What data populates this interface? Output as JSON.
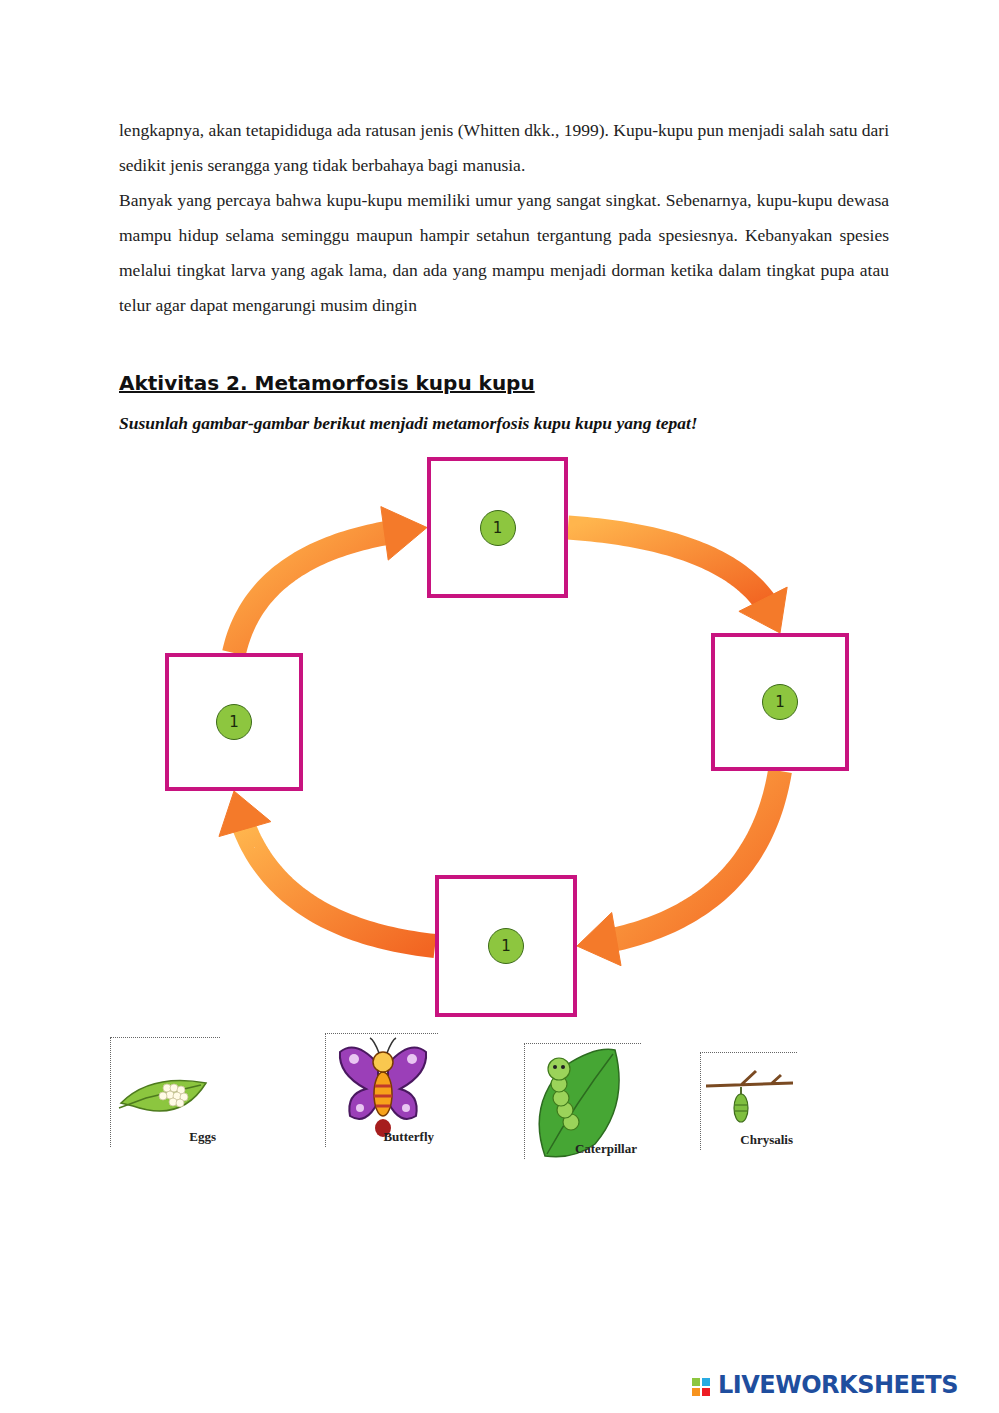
{
  "diagram": {
    "title": "Aktivitas 2. Metamorfosis kupu kupu",
    "nodes": [
      {
        "text": [
          "1"
        ]
      },
      {
        "text": [
          "1"
        ]
      },
      {
        "text": [
          "1"
        ]
      },
      {
        "text": [
          "1"
        ]
      },
      {
        "text": [
          "Eggs"
        ]
      },
      {
        "text": [
          "Butterfly"
        ]
      },
      {
        "text": [
          "Caterpillar"
        ]
      },
      {
        "text": [
          "Chrysalis"
        ]
      }
    ],
    "edges": [
      {
        "from": 0,
        "to": 1,
        "arrow": "to"
      },
      {
        "from": 1,
        "to": 2,
        "arrow": "to"
      },
      {
        "from": 2,
        "to": 3,
        "arrow": "to"
      },
      {
        "from": 3,
        "to": 0,
        "arrow": "to"
      }
    ],
    "labels": [
      "lengkapnya, akan tetapididuga ada ratusan jenis (Whitten dkk., 1999). Kupu-kupu pun menjadi salah satu dari sedikit jenis serangga yang tidak berbahaya bagi manusia.",
      "Banyak yang percaya bahwa kupu-kupu memiliki umur yang sangat singkat. Sebenarnya, kupu-kupu dewasa mampu hidup selama seminggu maupun hampir setahun tergantung pada spesiesnya. Kebanyakan spesies melalui tingkat larva yang agak lama, dan ada yang mampu menjadi dorman ketika dalam tingkat pupa atau telur agar dapat mengarungi musim dingin",
      "Susunlah gambar-gambar berikut menjadi metamorfosis kupu kupu yang tepat!",
      "LIVEWORKSHEETS"
    ]
  }
}
